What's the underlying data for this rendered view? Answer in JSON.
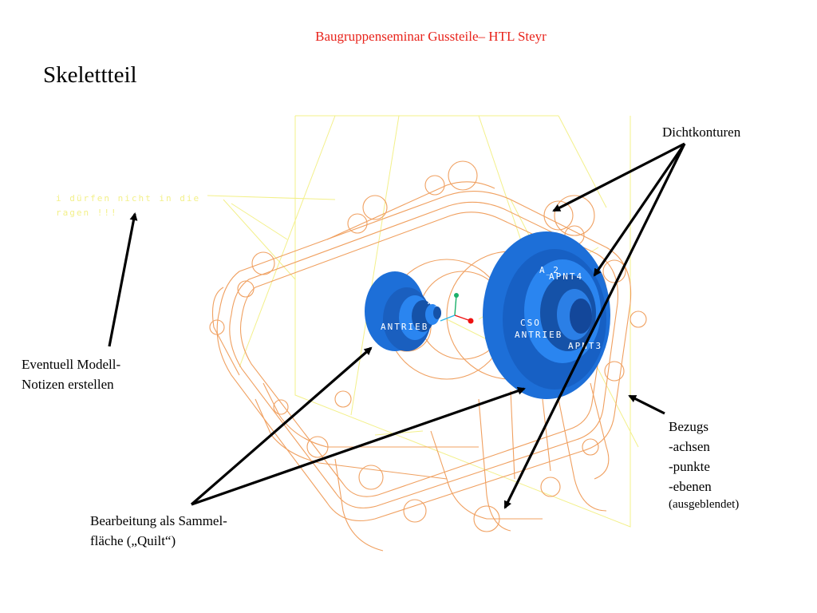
{
  "header": "Baugruppenseminar Gussteile– HTL Steyr",
  "title": "Skelettteil",
  "labels": {
    "dichtkonturen": "Dichtkonturen",
    "notizen_line1": "Eventuell Modell-",
    "notizen_line2": "Notizen erstellen",
    "bezugs": "Bezugs",
    "achsen": "-achsen",
    "punkte": "-punkte",
    "ebenen": "-ebenen",
    "ausgeblendet": "(ausgeblendet)",
    "quilt_line1": "Bearbeitung als Sammel-",
    "quilt_line2": "fläche („Quilt“)"
  },
  "cad_text": {
    "note_line1": "i dürfen nicht in die",
    "note_line2": " ragen !!!",
    "antrieb_left": "ANTRIEB",
    "antrieb_right": "ANTRIEB",
    "a_left": "A_",
    "apnt4": "APNT4",
    "apnt3": "APNT3",
    "a_label": "A_2",
    "cso": "CSO"
  },
  "colors": {
    "header": "#e8231b",
    "contour": "#f0a060",
    "datum": "#f3f08a",
    "part": "#1d6fd8",
    "arrow": "#000000"
  }
}
